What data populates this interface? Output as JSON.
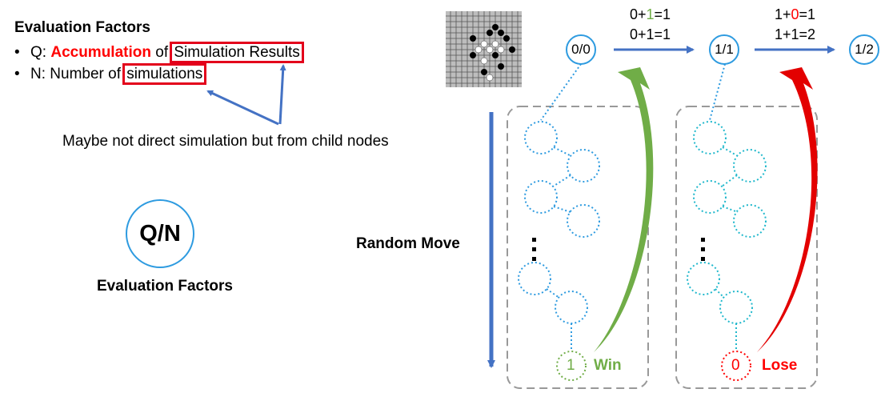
{
  "left": {
    "title": "Evaluation Factors",
    "bullet_q_prefix": "Q: ",
    "bullet_q_emph": "Accumulation",
    "bullet_q_mid": " of ",
    "bullet_q_boxed": "Simulation Results",
    "bullet_n_prefix": "N: Number of ",
    "bullet_n_boxed": "simulations",
    "note": "Maybe not direct simulation but from child nodes",
    "qn_label": "Q/N",
    "qn_caption": "Evaluation Factors"
  },
  "random_move_label": "Random Move",
  "nodes": {
    "n0": "0/0",
    "n1": "1/1",
    "n2": "1/2"
  },
  "equations": {
    "first_top_a": "0+",
    "first_top_b": "1",
    "first_top_c": "=1",
    "first_bottom": "0+1=1",
    "second_top_a": "1+",
    "second_top_b": "0",
    "second_top_c": "=1",
    "second_bottom": "1+1=2"
  },
  "leaf_win_value": "1",
  "leaf_win_label": "Win",
  "leaf_lose_value": "0",
  "leaf_lose_label": "Lose",
  "colors": {
    "accent_blue": "#2e9be0",
    "arrow_blue": "#4472c4",
    "green": "#70ad47",
    "red": "#ff0000",
    "box_red": "#e3001b"
  }
}
